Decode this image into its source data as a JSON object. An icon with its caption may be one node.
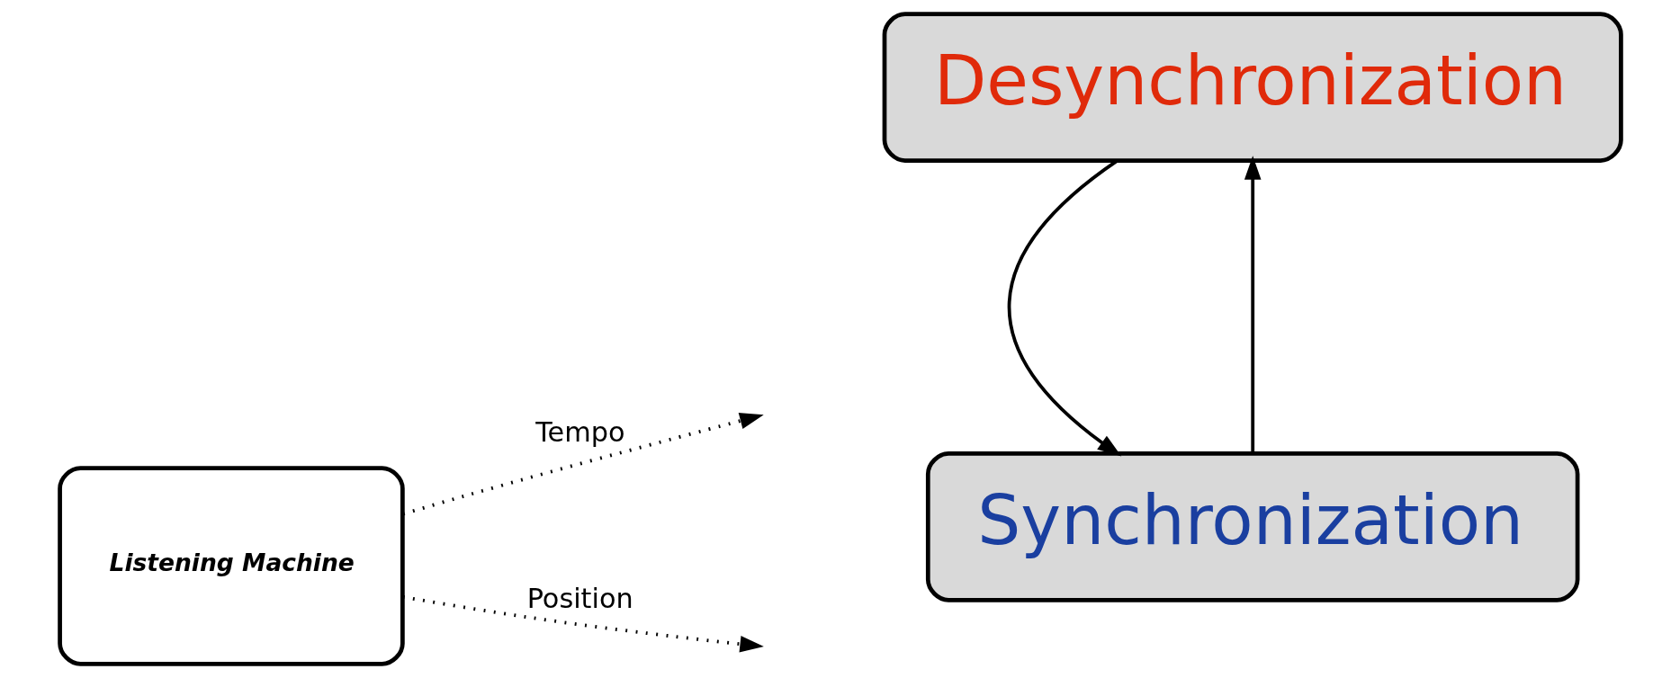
{
  "diagram": {
    "nodes": [
      {
        "text": [
          "Listening Machine"
        ]
      },
      {
        "text": [
          "Synchronization"
        ]
      },
      {
        "text": [
          "Desynchronization"
        ]
      }
    ],
    "edges": [
      {
        "from": 0,
        "to": null,
        "arrow": "to",
        "label": "Tempo",
        "style": "dashed"
      },
      {
        "from": 0,
        "to": null,
        "arrow": "to",
        "label": "Position",
        "style": "dashed"
      },
      {
        "from": 1,
        "to": 2,
        "arrow": "to"
      },
      {
        "from": 2,
        "to": 1,
        "arrow": "to"
      }
    ]
  }
}
